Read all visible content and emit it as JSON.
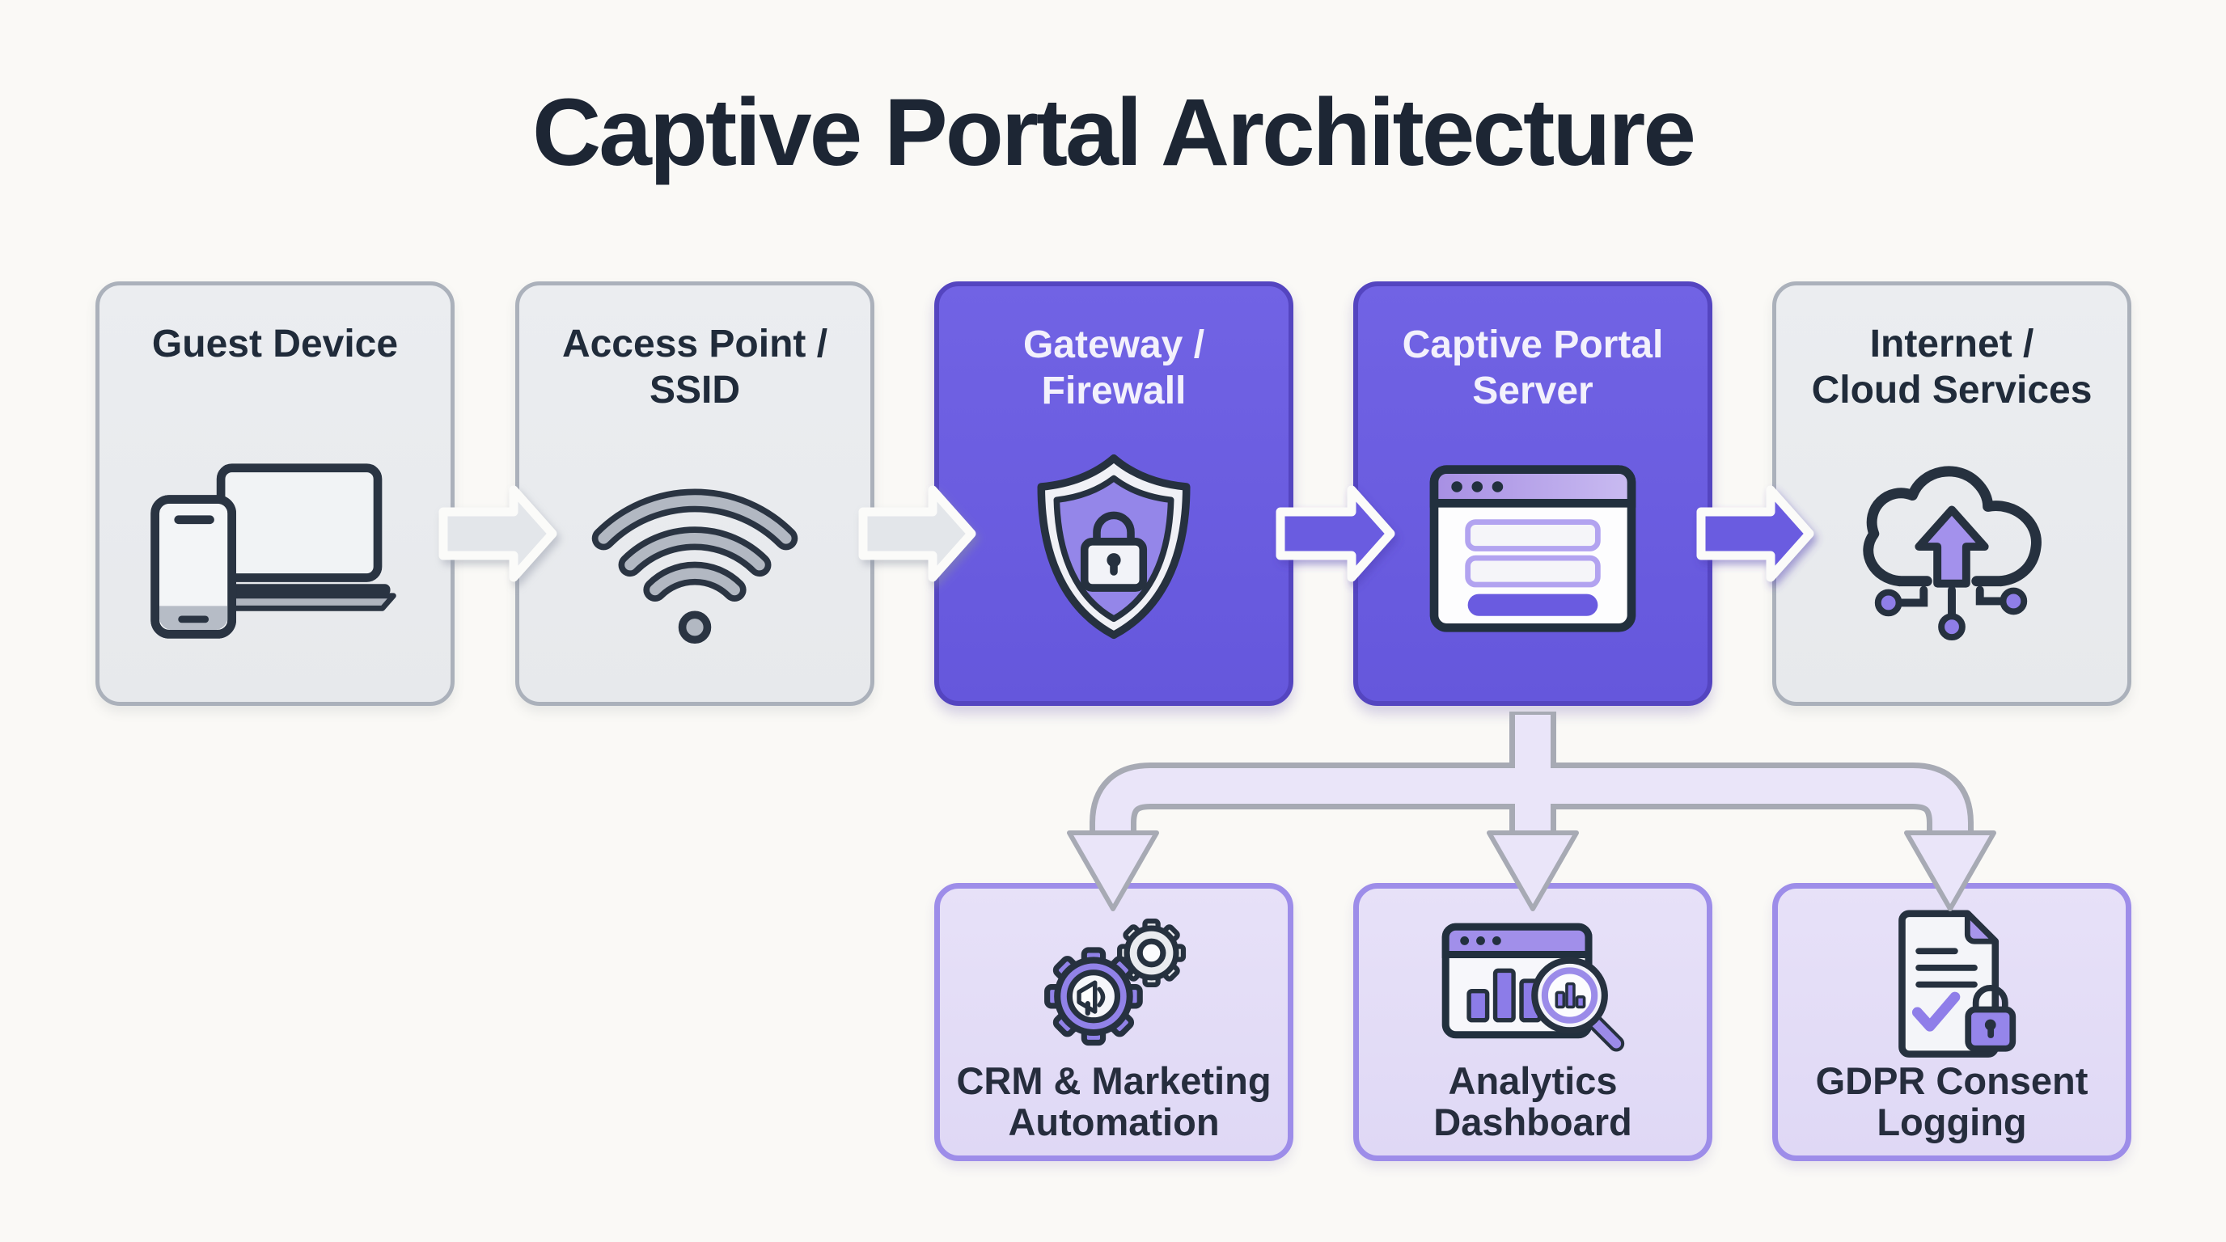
{
  "title": "Captive Portal Architecture",
  "colors": {
    "background": "#FAF9F6",
    "accent_purple": "#6A5BE0",
    "purple_border": "#5445C0",
    "gray_box_fill": "#E9EBEE",
    "gray_box_border": "#ABB1BB",
    "lavender_box_fill": "#E3DDF6",
    "lavender_box_border": "#9D8DE9",
    "dark_text": "#202B3A",
    "light_text": "#F3F1FC",
    "icon_stroke": "#26313F",
    "pipe_fill": "#EAE5F9",
    "pipe_outline": "#A7AAB4"
  },
  "flow": {
    "boxes": [
      {
        "id": "guest-device",
        "lines": [
          "Guest Device"
        ],
        "variant": "gray",
        "icon": "devices-icon"
      },
      {
        "id": "access-point",
        "lines": [
          "Access Point /",
          "SSID"
        ],
        "variant": "gray",
        "icon": "wifi-icon"
      },
      {
        "id": "gateway-firewall",
        "lines": [
          "Gateway /",
          "Firewall"
        ],
        "variant": "purple",
        "icon": "shield-lock-icon"
      },
      {
        "id": "captive-portal-server",
        "lines": [
          "Captive Portal",
          "Server"
        ],
        "variant": "purple",
        "icon": "login-window-icon"
      },
      {
        "id": "internet-cloud",
        "lines": [
          "Internet /",
          "Cloud Services"
        ],
        "variant": "gray",
        "icon": "cloud-upload-icon"
      }
    ],
    "branches": [
      {
        "id": "crm",
        "lines": [
          "CRM & Marketing",
          "Automation"
        ],
        "icon": "gears-megaphone-icon"
      },
      {
        "id": "analytics",
        "lines": [
          "Analytics",
          "Dashboard"
        ],
        "icon": "analytics-magnifier-icon"
      },
      {
        "id": "gdpr",
        "lines": [
          "GDPR Consent",
          "Logging"
        ],
        "icon": "document-lock-icon"
      }
    ],
    "connections": [
      {
        "from": "guest-device",
        "to": "access-point",
        "style": "gray-arrow"
      },
      {
        "from": "access-point",
        "to": "gateway-firewall",
        "style": "gray-arrow"
      },
      {
        "from": "gateway-firewall",
        "to": "captive-portal-server",
        "style": "purple-arrow"
      },
      {
        "from": "captive-portal-server",
        "to": "internet-cloud",
        "style": "purple-arrow"
      },
      {
        "from": "captive-portal-server",
        "to": "crm",
        "style": "lavender-branch"
      },
      {
        "from": "captive-portal-server",
        "to": "analytics",
        "style": "lavender-branch"
      },
      {
        "from": "captive-portal-server",
        "to": "gdpr",
        "style": "lavender-branch"
      }
    ]
  }
}
